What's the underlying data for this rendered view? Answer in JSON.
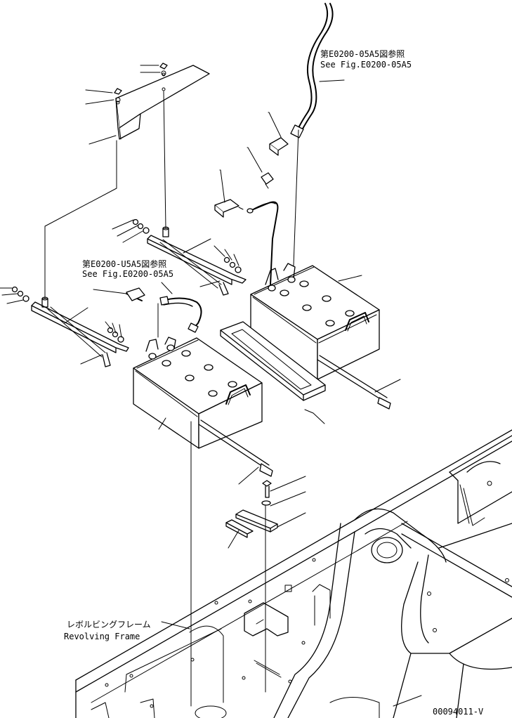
{
  "references": {
    "upper": {
      "jp": "第E0200-05A5図参照",
      "en": "See Fig.E0200-05A5"
    },
    "middle": {
      "jp": "第E0200-U5A5図参照",
      "en": "See Fig.E0200-05A5"
    }
  },
  "frame_label": {
    "jp": "レボルビングフレーム",
    "en": "Revolving Frame"
  },
  "drawing_number": "00094011-V"
}
